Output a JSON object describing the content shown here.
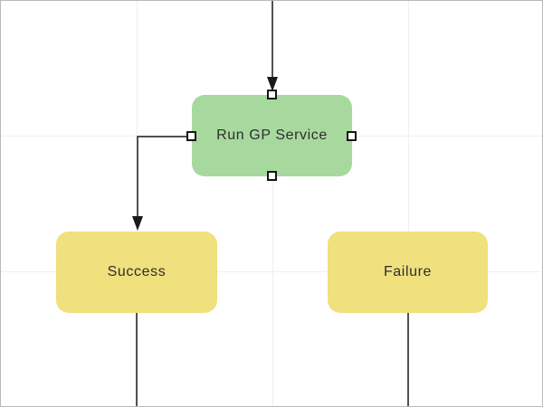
{
  "diagram": {
    "nodes": [
      {
        "label": "Run GP Service",
        "fill": "#a7d99f",
        "selected": true
      },
      {
        "label": "Success",
        "fill": "#f0e07e",
        "selected": false
      },
      {
        "label": "Failure",
        "fill": "#f0e07e",
        "selected": false
      }
    ],
    "edges": [
      {
        "name": "edge-top-into-run-gp-service",
        "from": "offscreen-top",
        "to": "Run GP Service"
      },
      {
        "name": "edge-run-gp-service-to-success",
        "from": "Run GP Service",
        "to": "Success"
      },
      {
        "name": "edge-success-down-offscreen",
        "from": "Success",
        "to": "offscreen-bottom"
      },
      {
        "name": "edge-failure-down-offscreen",
        "from": "Failure",
        "to": "offscreen-bottom"
      }
    ],
    "colors": {
      "node_green": "#a7d99f",
      "node_yellow": "#f0e07e",
      "edge": "#1a1a1a",
      "grid": "#efefef",
      "canvas_border": "#b9b9b9",
      "background": "#ffffff",
      "label_text": "#2e2e2e",
      "handle_fill": "#ffffff",
      "handle_border": "#161616"
    }
  }
}
